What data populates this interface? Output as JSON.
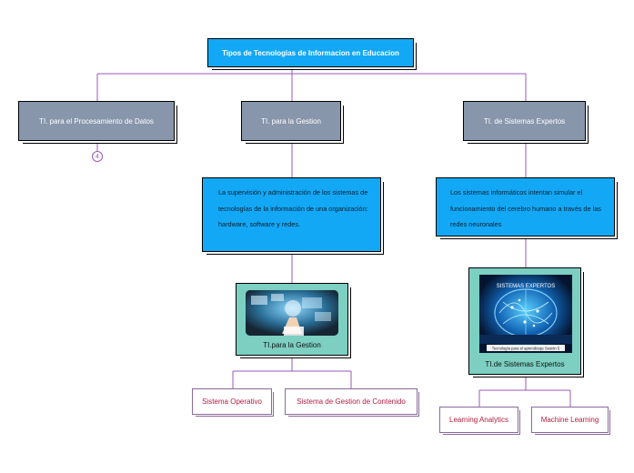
{
  "root": {
    "title": "Tipos de Tecnologias de Informacion en Educacion"
  },
  "branches": {
    "datos": {
      "label": "TI. para el Procesamiento de Datos",
      "collapsed_count": "4"
    },
    "gestion": {
      "label": "TI. para la Gestion",
      "description": "La supervisión y administración de los sistemas de tecnologías de la información de una organización: hardware, software y redes.",
      "image_card": {
        "label": "TI.para la Gestion"
      },
      "children": [
        "Sistema Operativo",
        "Sistema de Gestion de Contenido"
      ]
    },
    "expertos": {
      "label": "TI. de Sistemas Expertos",
      "description": "Los sistemas informáticos intentan simular el funcionamiento del cerebro humano a través de las redes neuronales",
      "image_card": {
        "label": "TI.de Sistemas Expertos",
        "image_title": "SISTEMAS EXPERTOS",
        "image_caption": "Tecnología para el aprendizaje Sesión 5"
      },
      "children": [
        "Learning Analytics",
        "Machine Learning"
      ]
    }
  },
  "colors": {
    "root_fill": "#13a8f5",
    "branch_fill": "#8896ab",
    "description_fill": "#13a8f5",
    "card_fill": "#7ccfc1",
    "leaf_text": "#b11d3e",
    "connector": "#9b59b6"
  }
}
